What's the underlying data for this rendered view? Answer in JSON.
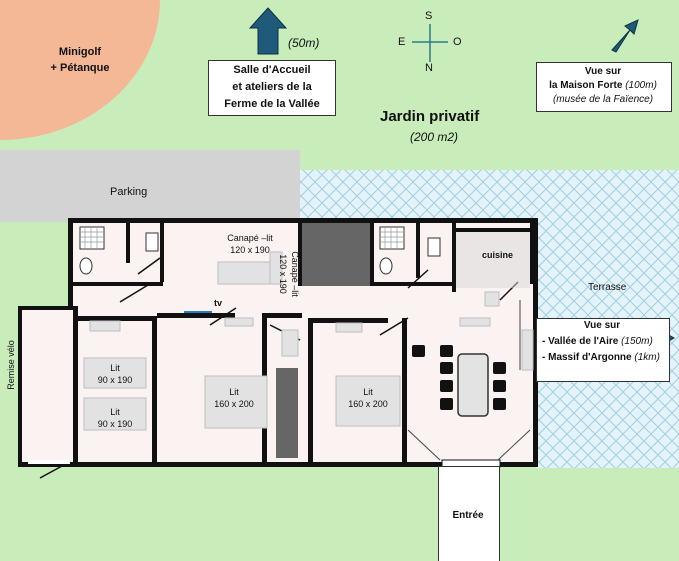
{
  "labels": {
    "minigolf": "Minigolf\n+ Pétanque",
    "distance_accueil": "(50m)",
    "salle_accueil": "Salle d'Accueil\net ateliers de la\nFerme de la Vallée",
    "compass": {
      "s": "S",
      "e": "E",
      "o": "O",
      "n": "N"
    },
    "jardin_title": "Jardin privatif",
    "jardin_area": "(200 m2)",
    "vue_maison_1": "Vue sur",
    "vue_maison_2": "la Maison Forte",
    "vue_maison_dist": "(100m)",
    "vue_maison_3": "(musée de la Faïence)",
    "parking": "Parking",
    "terrasse": "Terrasse",
    "cuisine": "cuisine",
    "vue_vallee_1": "Vue sur",
    "vue_vallee_2": "- Vallée de l'Aire",
    "vue_vallee_dist": "(150m)",
    "vue_vallee_3": "- Massif d'Argonne",
    "vue_vallee_dist2": "(1km)",
    "remise": "Remise vélo",
    "canape_1": "Canapé –lit\n120 x 190",
    "canape_2": "Canapé –lit\n120 x 190",
    "tv": "tv",
    "lit_a": "Lit\n90 x 190",
    "lit_b": "Lit\n90 x 190",
    "lit_c": "Lit\n160 x 200",
    "lit_d": "Lit\n160 x 200",
    "entree": "Entrée"
  },
  "colors": {
    "grass": "#c9ecbb",
    "minigolf": "#f4b896",
    "parking": "#d3d3d3",
    "terrace": "#bfe3f0",
    "arrow": "#1f5a7a",
    "wall": "#111111"
  },
  "icons": [
    "arrow-up-icon",
    "arrow-diagonal-icon",
    "arrow-right-icon",
    "compass-icon"
  ]
}
